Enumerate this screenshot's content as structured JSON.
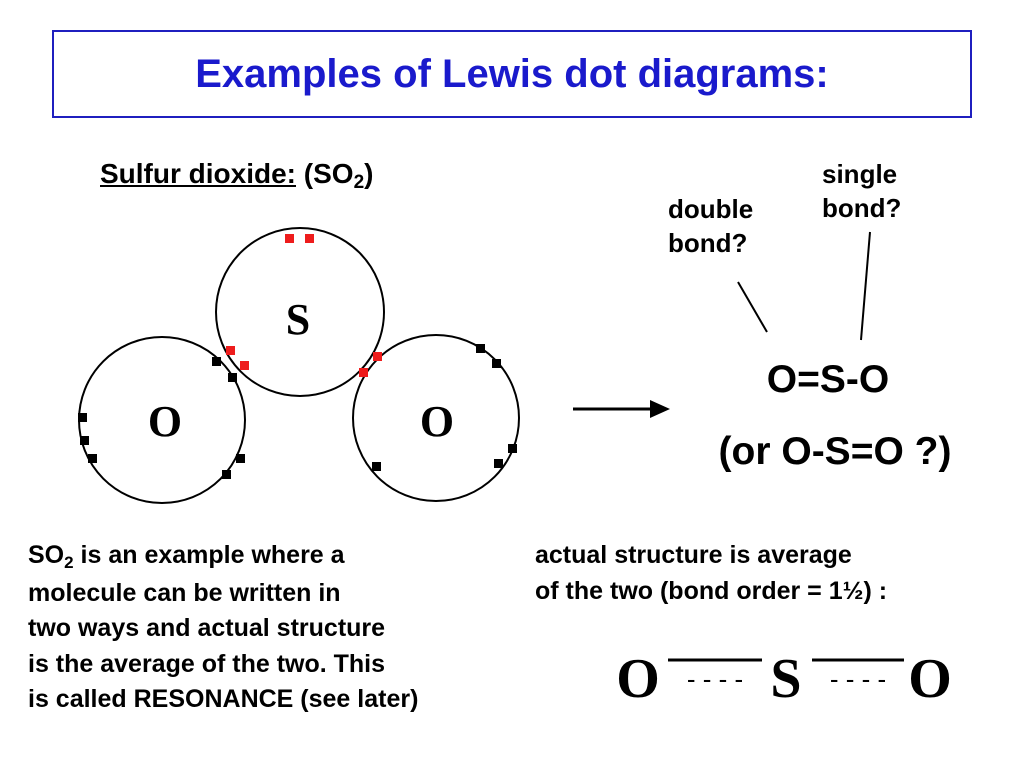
{
  "title": "Examples of Lewis dot diagrams:",
  "heading": {
    "name": "Sulfur dioxide:",
    "formula_prefix": "(SO",
    "formula_sub": "2",
    "formula_suffix": ")"
  },
  "diagram": {
    "atoms": [
      "S",
      "O",
      "O"
    ],
    "colors": {
      "lone_pair": "#000000",
      "shared_pair": "#ee1c1c",
      "title": "#1a1acc"
    }
  },
  "annotations": {
    "double_bond": [
      "double",
      "bond?"
    ],
    "single_bond": [
      "single",
      "bond?"
    ]
  },
  "structures": {
    "first": "O=S-O",
    "second": "(or O-S=O ?)"
  },
  "paragraph_left": {
    "line1_prefix": "SO",
    "line1_sub": "2",
    "line1_suffix": " is an example where a",
    "lines": [
      "molecule can be written in",
      "two ways and actual structure",
      "is the average of the two. This",
      "is called RESONANCE (see later)"
    ]
  },
  "paragraph_right": {
    "lines": [
      "actual structure is average",
      "of the two (bond order = 1½) :"
    ]
  },
  "resonance_hybrid": {
    "atoms": [
      "O",
      "S",
      "O"
    ],
    "dashes": [
      "- - - -",
      "- - - -"
    ]
  }
}
